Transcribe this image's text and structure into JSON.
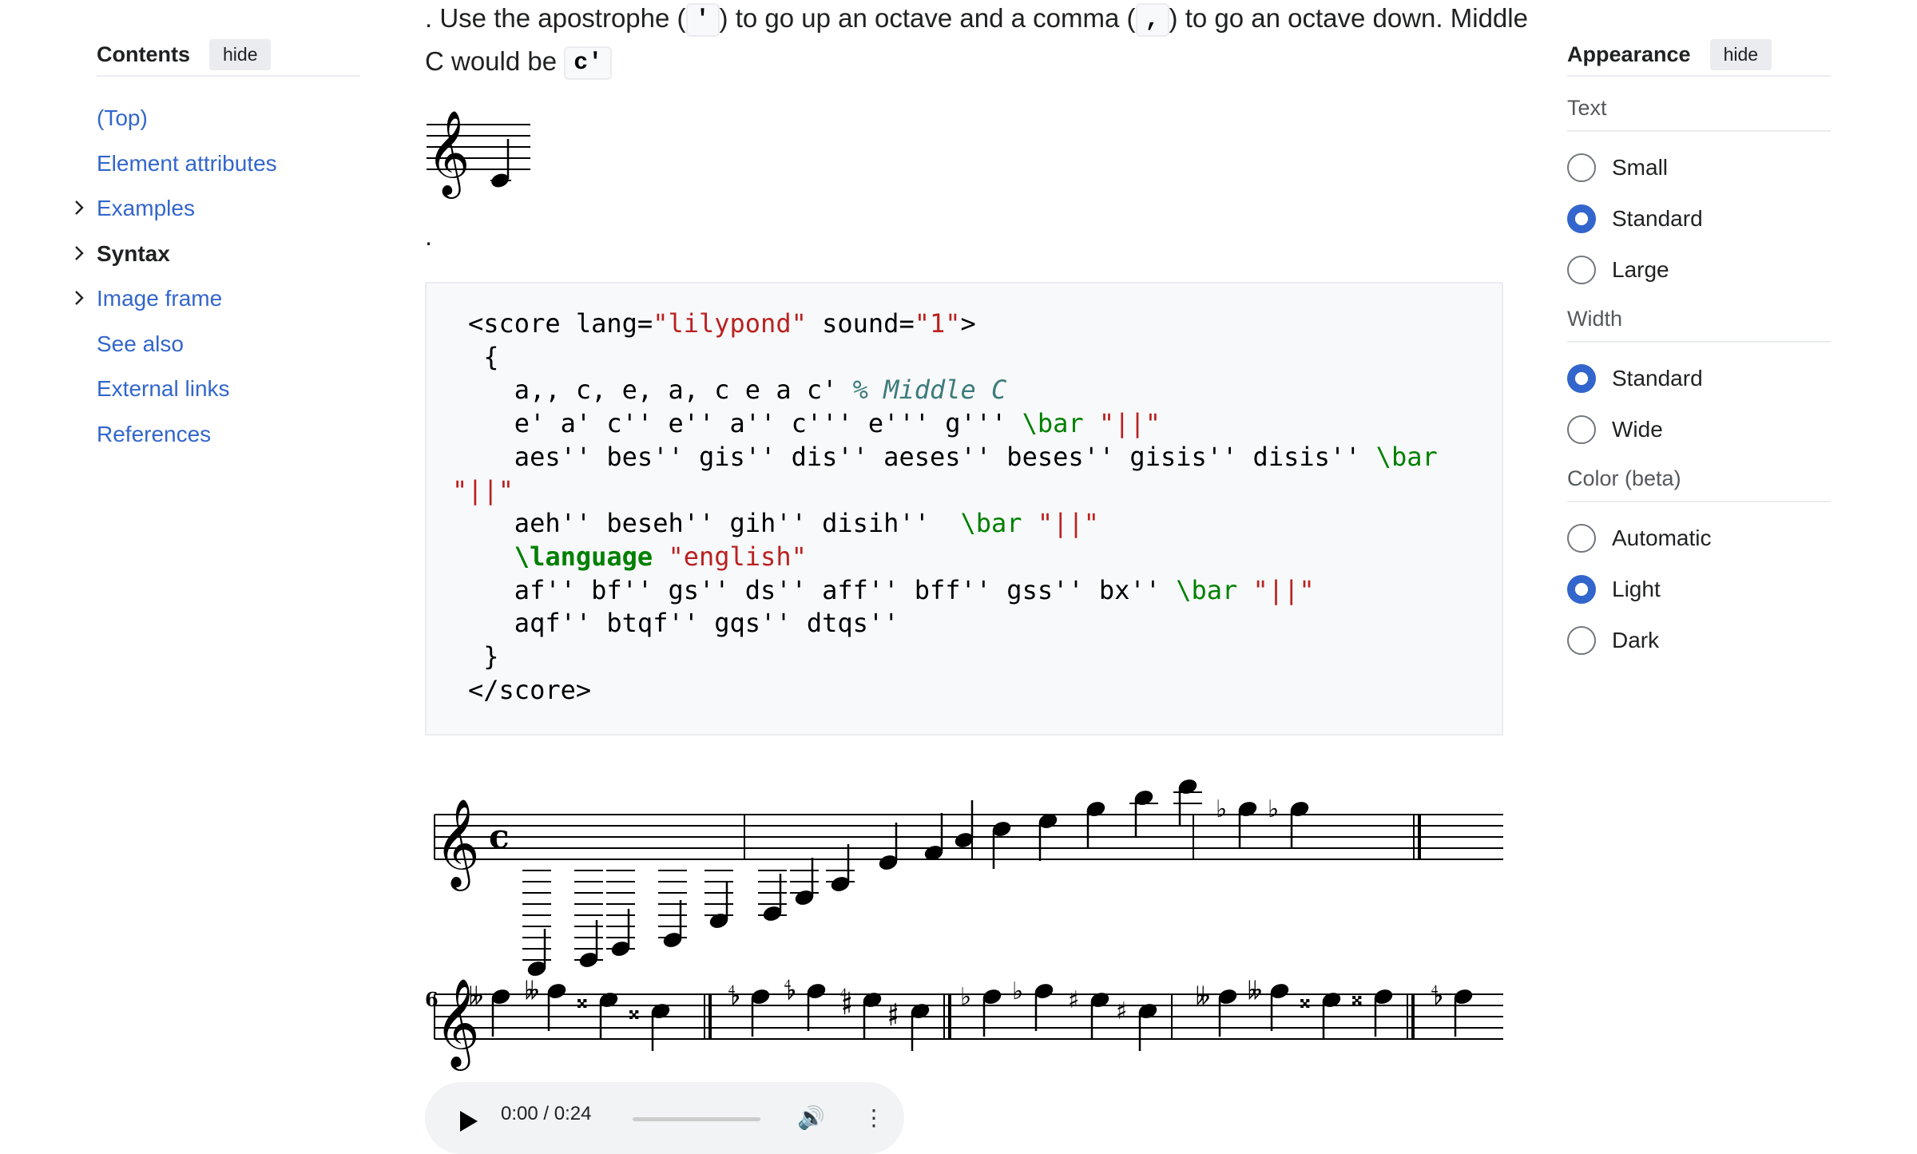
{
  "toc": {
    "title": "Contents",
    "hide_label": "hide",
    "items": [
      {
        "label": "(Top)",
        "has_children": false,
        "current": false
      },
      {
        "label": "Element attributes",
        "has_children": false,
        "current": false
      },
      {
        "label": "Examples",
        "has_children": true,
        "current": false
      },
      {
        "label": "Syntax",
        "has_children": true,
        "current": true
      },
      {
        "label": "Image frame",
        "has_children": true,
        "current": false
      },
      {
        "label": "See also",
        "has_children": false,
        "current": false
      },
      {
        "label": "External links",
        "has_children": false,
        "current": false
      },
      {
        "label": "References",
        "has_children": false,
        "current": false
      }
    ]
  },
  "article": {
    "p1_a": ". Use the apostrophe (",
    "p1_kbd1": "'",
    "p1_b": ") to go up an octave and a comma (",
    "p1_kbd2": ",",
    "p1_c": ") to go an octave down. Middle",
    "p2_a": "C would be ",
    "p2_kbd": "c'",
    "dot": ".",
    "code": {
      "l1_tag_open": "<score lang=",
      "l1_lang": "\"lilypond\"",
      "l1_sound_attr": " sound=",
      "l1_sound": "\"1\"",
      "l1_close": ">",
      "l2": " {",
      "l3_notes": "   a,, c, e, a, c e a c' ",
      "l3_comment": "% Middle C",
      "l4_notes": "   e' a' c'' e'' a'' c''' e''' g''' ",
      "l4_cmd": "\\bar",
      "l4_str": " \"||\"",
      "l5_notes": "   aes'' bes'' gis'' dis'' aeses'' beses'' gisis'' disis'' ",
      "l5_cmd": "\\bar",
      "l6_str": "\"||\"",
      "l7_notes": "   aeh'' beseh'' gih'' disih''  ",
      "l7_cmd": "\\bar",
      "l7_str": " \"||\"",
      "l8_kw": "   \\language",
      "l8_str": " \"english\"",
      "l9_notes": "   af'' bf'' gs'' ds'' aff'' bff'' gss'' bx'' ",
      "l9_cmd": "\\bar",
      "l9_str": " \"||\"",
      "l10_notes": "   aqf'' btqf'' gqs'' dtqs''",
      "l11": " }",
      "l12": "</score>"
    },
    "score_measure_number": "6",
    "audio": {
      "time": "0:00 / 0:24",
      "play_icon": "play-icon",
      "volume_icon": "volume-icon",
      "menu_icon": "more-options-icon"
    }
  },
  "appearance": {
    "title": "Appearance",
    "hide_label": "hide",
    "groups": [
      {
        "title": "Text",
        "options": [
          {
            "label": "Small",
            "selected": false
          },
          {
            "label": "Standard",
            "selected": true
          },
          {
            "label": "Large",
            "selected": false
          }
        ]
      },
      {
        "title": "Width",
        "options": [
          {
            "label": "Standard",
            "selected": true
          },
          {
            "label": "Wide",
            "selected": false
          }
        ]
      },
      {
        "title": "Color (beta)",
        "options": [
          {
            "label": "Automatic",
            "selected": false
          },
          {
            "label": "Light",
            "selected": true
          },
          {
            "label": "Dark",
            "selected": false
          }
        ]
      }
    ]
  },
  "colors": {
    "link": "#3366cc",
    "accent": "#3366cc",
    "code_bg": "#f8f9fa",
    "border": "#eaecf0"
  }
}
